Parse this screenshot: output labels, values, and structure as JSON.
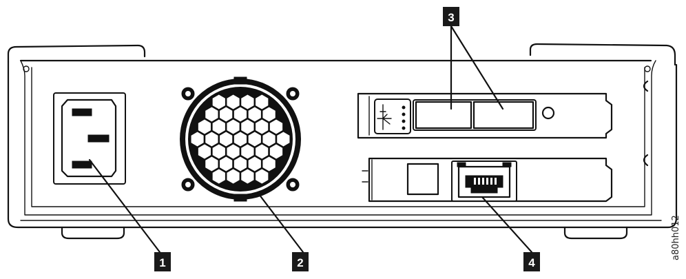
{
  "figure_id": "a80hh012",
  "callouts": [
    {
      "number": "1",
      "target": "power-connector"
    },
    {
      "number": "2",
      "target": "cooling-fan"
    },
    {
      "number": "3",
      "target": "sas-ports"
    },
    {
      "number": "4",
      "target": "ethernet-port"
    }
  ],
  "colors": {
    "ink": "#111111",
    "callout_fill": "#1a1a1a",
    "background": "#ffffff"
  }
}
